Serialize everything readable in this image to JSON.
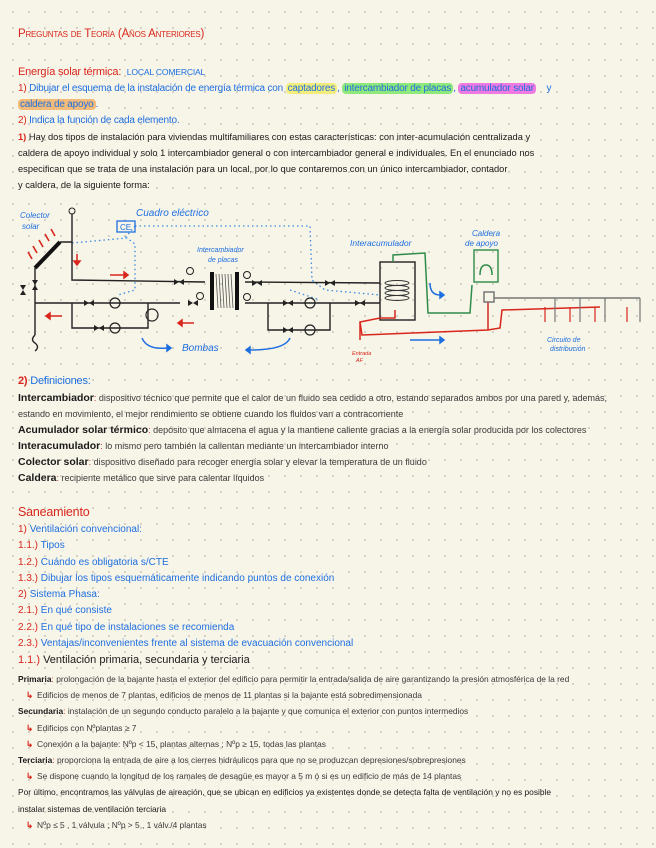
{
  "title": "Preguntas de Teoría (Años Anteriores)",
  "solar": {
    "heading": "Energía solar térmica:",
    "subheading": "LOCAL COMERCIAL",
    "q1_num": "1)",
    "q1_text": "Dibujar el esquema de la instalación de energía térmica con",
    "q1_hl_1": "captadores",
    "q1_sep_1": ",",
    "q1_hl_2": "intercambiador de placas",
    "q1_sep_2": ",",
    "q1_hl_3": "acumulador solar",
    "q1_and": "y",
    "q1_hl_4": "caldera de apoyo",
    "q1_end": ".",
    "q2_num": "2)",
    "q2_text": "Indica la función de cada elemento.",
    "a1_num": "1)",
    "a1_lines": [
      "Hay dos tipos de instalación para viviendas multifamiliares con estas características: con inter-acumulación centralizada y",
      "caldera de apoyo individual y solo 1 intercambiador general o con intercambiador general e individuales. En el enunciado nos",
      "especifican que se trata de una instalación para un local, por lo que contaremos con un único intercambiador, contador",
      "y caldera, de la siguiente forma:"
    ]
  },
  "diagram": {
    "labels": {
      "colector": [
        "Colector",
        "solar"
      ],
      "cuadro": "Cuadro eléctrico",
      "cuadro_box": "CE",
      "intercambiador": [
        "Intercambiador",
        "de placas"
      ],
      "interacumulador": "Interacumulador",
      "caldera": [
        "Caldera",
        "de apoyo"
      ],
      "bombas": "Bombas",
      "entrada": [
        "Entrada",
        "AF"
      ],
      "circuito": [
        "Circuito de",
        "distribución"
      ]
    },
    "colors": {
      "pipe": "#222222",
      "hot": "#d9261c",
      "green": "#2e8b4a",
      "control": "#3a8be0",
      "label": "#1e6fe0",
      "gray": "#777777"
    }
  },
  "defs": {
    "num": "2)",
    "heading": "Definiciones:",
    "items": [
      {
        "term": "Intercambiador",
        "desc": "dispositivo técnico que permite que el calor de un fluido sea cedido a otro, estando separados ambos por una pared y, además,"
      },
      {
        "term": "",
        "desc": "estando en movimiento, el mejor rendimiento se obtiene cuando los fluidos van a contracorriente"
      },
      {
        "term": "Acumulador solar térmico",
        "desc": "depósito que almacena el agua y la mantiene caliente gracias a la energía solar producida por los colectores"
      },
      {
        "term": "Interacumulador",
        "desc": "lo mismo pero también la calientan mediante un intercambiador interno"
      },
      {
        "term": "Colector solar",
        "desc": "dispositivo diseñado para recoger energía solar y elevar la temperatura de un fluido"
      },
      {
        "term": "Caldera",
        "desc": "recipiente metálico que sirve para calentar líquidos"
      }
    ]
  },
  "san": {
    "heading": "Saneamiento",
    "items": [
      {
        "num": "1)",
        "text": "Ventilación convencional:",
        "num_color": "red",
        "text_color": "blue"
      },
      {
        "num": "1.1.)",
        "text": "Tipos",
        "num_color": "red",
        "text_color": "blue"
      },
      {
        "num": "1.2.)",
        "text": "Cuándo es obligatoria s/CTE",
        "num_color": "red",
        "text_color": "blue"
      },
      {
        "num": "1.3.)",
        "text": "Dibujar los tipos esquemáticamente indicando puntos de conexión",
        "num_color": "red",
        "text_color": "blue"
      },
      {
        "num": "2)",
        "text": "Sistema Phasa:",
        "num_color": "red",
        "text_color": "blue"
      },
      {
        "num": "2.1.)",
        "text": "En qué consiste",
        "num_color": "red",
        "text_color": "blue"
      },
      {
        "num": "2.2.)",
        "text": "En qué tipo de instalaciones se recomienda",
        "num_color": "red",
        "text_color": "blue"
      },
      {
        "num": "2.3.)",
        "text": "Ventajas/inconvenientes frente al sistema de evacuación convencional",
        "num_color": "red",
        "text_color": "blue"
      },
      {
        "num": "1.1.)",
        "text": "Ventilación primaria, secundaria y terciaria",
        "num_color": "red",
        "text_color": "black"
      }
    ],
    "notes": [
      {
        "type": "term",
        "term": "Primaria",
        "desc": "prolongación de la bajante hasta el exterior del edificio para permitir la entrada/salida de aire garantizando la presión atmosférica de la red"
      },
      {
        "type": "arrow",
        "desc": "Edificios de menos de 7 plantas, edificios de menos de 11 plantas si la bajante está sobredimensionada"
      },
      {
        "type": "term",
        "term": "Secundaria",
        "desc": "instalación de un segundo conducto paralelo a la bajante y que comunica el exterior con puntos intermedios"
      },
      {
        "type": "arrow",
        "desc": "Edificios con Nºplantas ≥ 7"
      },
      {
        "type": "arrow",
        "desc": "Conexión a la bajante: Nºp < 15, plantas alternas ; Nºp ≥ 15, todas las plantas"
      },
      {
        "type": "term",
        "term": "Terciaria",
        "desc": "proporciona la entrada de aire a los cierres hidráulicos para que no se produzcan depresiones/sobrepresiones"
      },
      {
        "type": "arrow",
        "desc": "Se dispone cuando la longitud de los ramales de desagüe es mayor a 5 m ó si es un edificio de más de 14 plantas"
      },
      {
        "type": "plain",
        "desc": "Por último, encontramos las válvulas de aireación, que se ubican en edificios ya existentes donde se detecta falta de ventilación y no es posible"
      },
      {
        "type": "plain",
        "desc": "instalar sistemas de ventilación terciaria"
      },
      {
        "type": "arrow",
        "desc": "Nºp ≤ 5 , 1 válvula ; Nºp > 5 , 1 válv./4 plantas"
      }
    ]
  }
}
